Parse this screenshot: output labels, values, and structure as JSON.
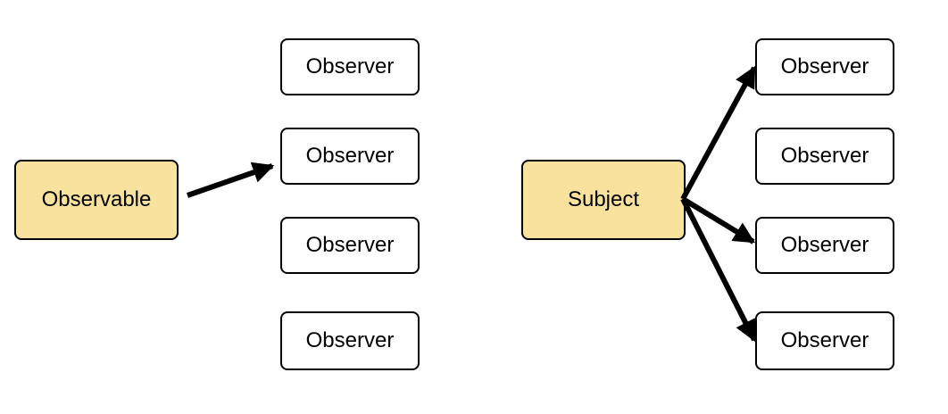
{
  "left": {
    "source": {
      "label": "Observable"
    },
    "observers": [
      {
        "label": "Observer"
      },
      {
        "label": "Observer"
      },
      {
        "label": "Observer"
      },
      {
        "label": "Observer"
      }
    ]
  },
  "right": {
    "source": {
      "label": "Subject"
    },
    "observers": [
      {
        "label": "Observer"
      },
      {
        "label": "Observer"
      },
      {
        "label": "Observer"
      },
      {
        "label": "Observer"
      }
    ]
  },
  "colors": {
    "source_fill": "#f9e29d",
    "observer_fill": "#ffffff",
    "stroke": "#000000"
  }
}
